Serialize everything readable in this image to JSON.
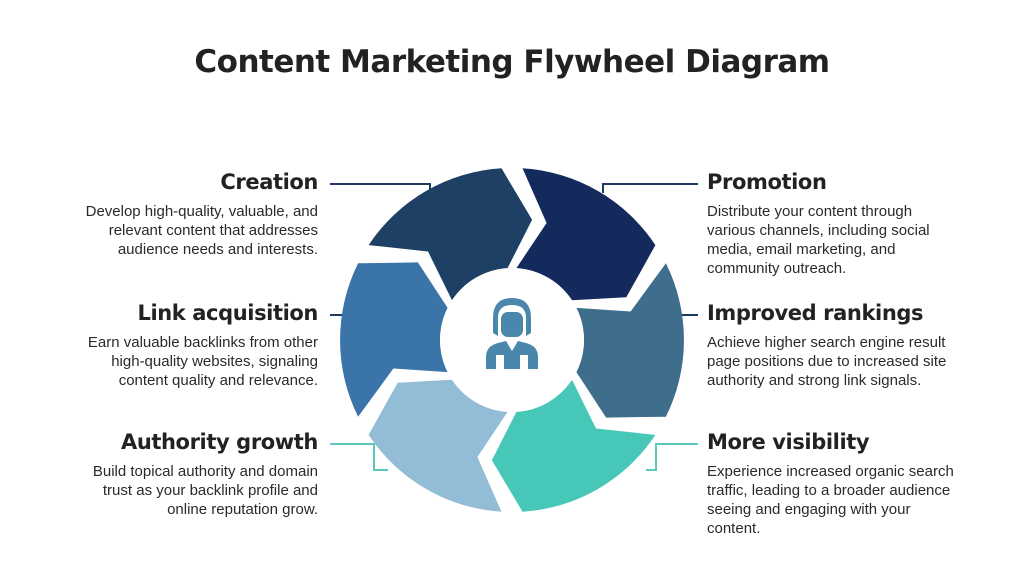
{
  "title": "Content Marketing Flywheel Diagram",
  "center_icon": "person-icon",
  "steps": [
    {
      "heading": "Creation",
      "description": "Develop high-quality, valuable, and relevant content that addresses audience needs and interests.",
      "color": "#1e4065"
    },
    {
      "heading": "Promotion",
      "description": "Distribute your content through various channels, including social media, email marketing, and community outreach.",
      "color": "#142a5c"
    },
    {
      "heading": "Improved rankings",
      "description": "Achieve higher search engine result page positions due to increased site authority and strong link signals.",
      "color": "#3f6e8d"
    },
    {
      "heading": "More visibility",
      "description": "Experience increased organic search traffic, leading to a broader audience seeing and engaging with your content.",
      "color": "#47c7b8"
    },
    {
      "heading": "Authority growth",
      "description": "Build topical authority and domain trust as your backlink profile and online reputation grow.",
      "color": "#93bcd6"
    },
    {
      "heading": "Link acquisition",
      "description": "Earn valuable backlinks from other high-quality websites, signaling content quality and relevance.",
      "color": "#3a74a8"
    }
  ],
  "colors": {
    "center_icon": "#4b86ad",
    "connector_dark": "#1e3a5f",
    "connector_teal": "#5cc8bb"
  }
}
